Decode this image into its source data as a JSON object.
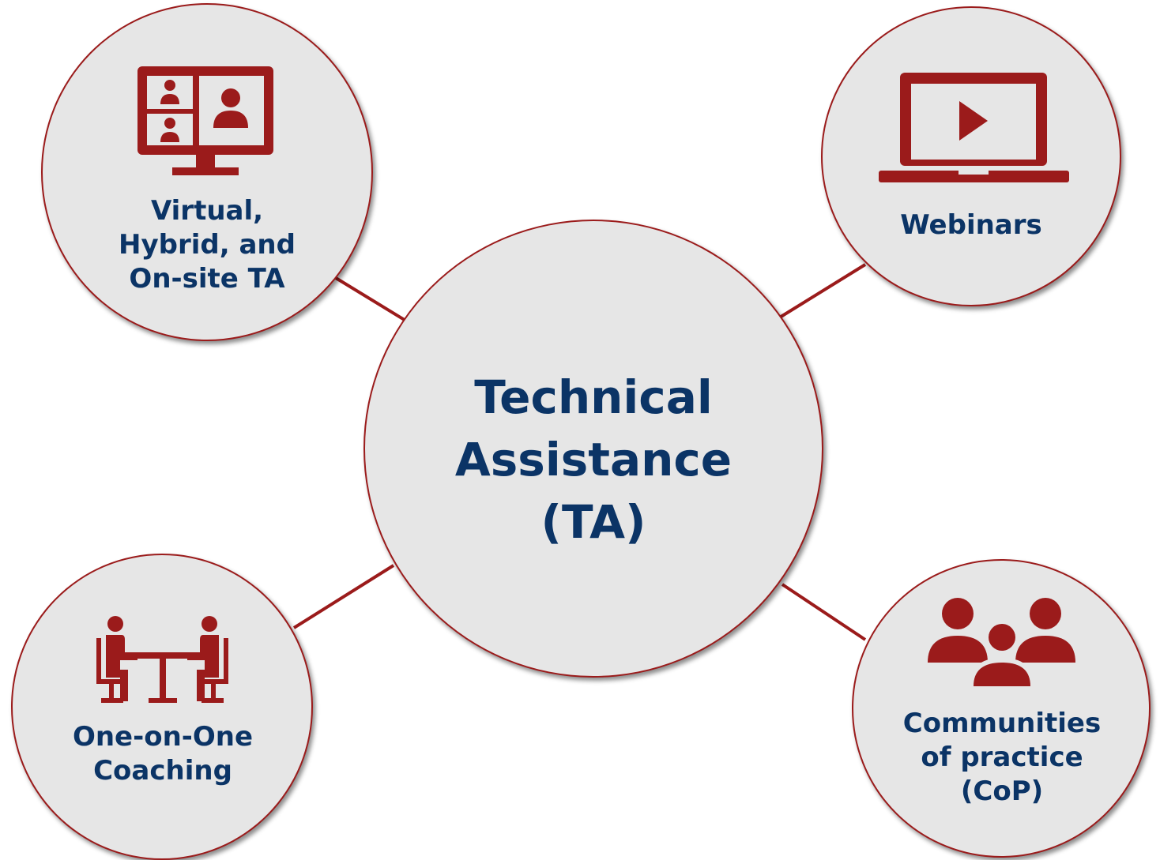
{
  "center": {
    "lines": [
      "Technical",
      "Assistance",
      "(TA)"
    ]
  },
  "nodes": {
    "virtual": {
      "lines": [
        "Virtual,",
        "Hybrid, and",
        "On-site TA"
      ],
      "icon": "video-conference-monitor-icon"
    },
    "webinars": {
      "lines": [
        "Webinars"
      ],
      "icon": "laptop-play-icon"
    },
    "coaching": {
      "lines": [
        "One-on-One",
        "Coaching"
      ],
      "icon": "two-people-at-table-icon"
    },
    "cop": {
      "lines": [
        "Communities",
        "of practice",
        "(CoP)"
      ],
      "icon": "group-of-people-icon"
    }
  },
  "colors": {
    "accent": "#9b1b1b",
    "text": "#0b3466",
    "circle_fill": "#e6e6e6"
  }
}
